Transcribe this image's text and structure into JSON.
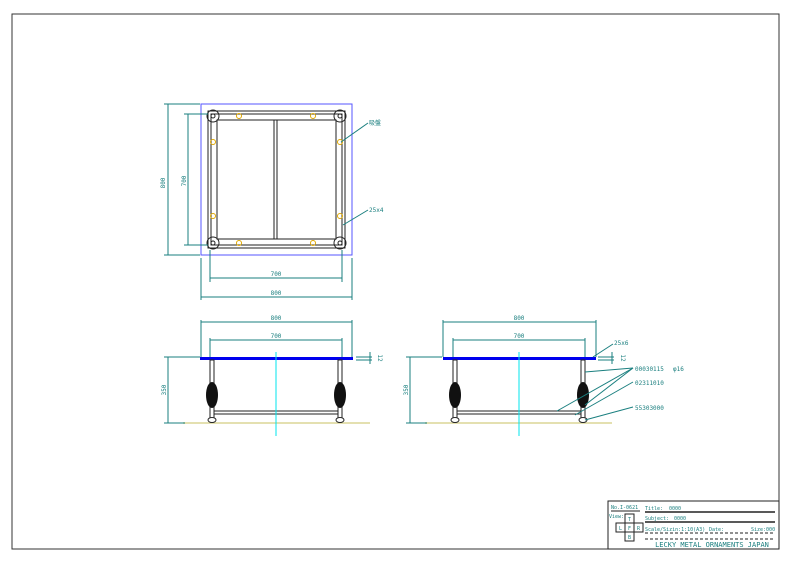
{
  "top_view": {
    "dim_outer_w": "800",
    "dim_inner_w": "700",
    "dim_outer_h": "800",
    "dim_inner_h": "700",
    "label_suction": "吸盤",
    "label_pipe": "25x4"
  },
  "front_view": {
    "dim_outer": "800",
    "dim_inner": "700",
    "dim_height": "350",
    "dim_thickness": "12"
  },
  "side_view": {
    "dim_outer": "800",
    "dim_inner": "700",
    "dim_height": "350",
    "dim_thickness": "12",
    "label_top": "25x6",
    "parts": [
      "00030115",
      "02311010",
      "55303000"
    ],
    "label_dia": "φ16"
  },
  "title_block": {
    "number": "No.I-0621",
    "title_label": "Title:",
    "title": "0000",
    "subject_label": "Subject:",
    "subject": "0000",
    "scale": "Scale/Sizin:1:10(A3)",
    "date_label": "Date:",
    "size": "Size:000",
    "view_label": "View:",
    "views": [
      "T",
      "L",
      "F",
      "R",
      "B"
    ],
    "company": "LECKY METAL ORNAMENTS JAPAN"
  },
  "colors": {
    "dim": "#1a7f7f",
    "plate": "#0000ee",
    "outline": "#5555ff",
    "center": "#00e5ee",
    "marker": "#e0a800",
    "floor": "#e4e0b0"
  }
}
